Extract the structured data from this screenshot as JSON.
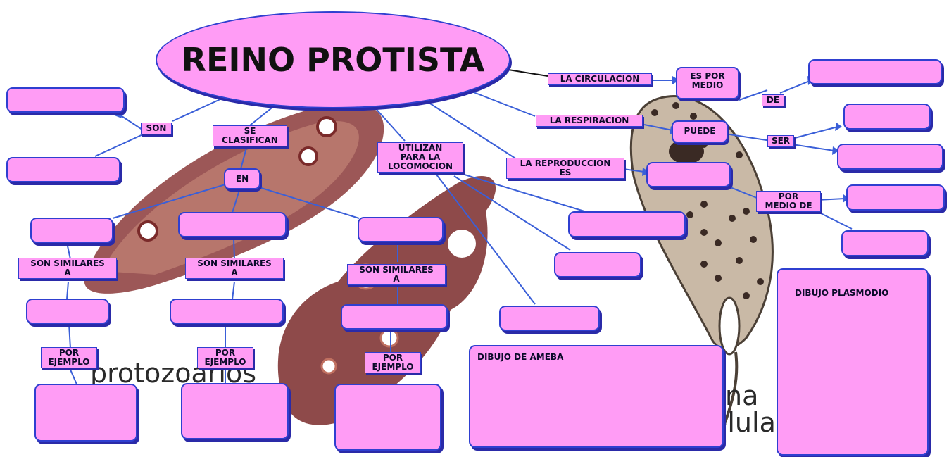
{
  "title": "REINO PROTISTA",
  "labels": {
    "son": "SON",
    "se_clasifican": "SE\nCLASIFICAN",
    "en": "EN",
    "utilizan": "UTILIZAN\nPARA LA\nLOCOMOCION",
    "la_circulacion": "LA CIRCULACION",
    "es_por_medio": "ES POR\nMEDIO",
    "de": "DE",
    "la_respiracion": "LA RESPIRACION",
    "puede": "PUEDE",
    "ser": "SER",
    "la_reproduccion_es": "LA REPRODUCCION\nES",
    "por_medio_de": "POR\nMEDIO  DE",
    "son_similares_1": "SON SIMILARES\nA",
    "son_similares_2": "SON SIMILARES\nA",
    "son_similares_3": "SON SIMILARES\nA",
    "por_ejemplo_1": "POR\nEJEMPLO",
    "por_ejemplo_2": "POR\nEJEMPLO",
    "por_ejemplo_3": "POR\nEJEMPLO"
  },
  "drawing_boxes": {
    "ameba": "DIBUJO DE AMEBA",
    "plasmodio": "DIBUJO PLASMODIO"
  },
  "background_text": {
    "protozoarios": "protozoarios",
    "na": "na",
    "celula": "elula"
  },
  "colors": {
    "box_fill": "#ff9cf5",
    "box_border": "#2f3fd0",
    "connector": "#3a5fd8",
    "organism": "#7a2a2a"
  }
}
